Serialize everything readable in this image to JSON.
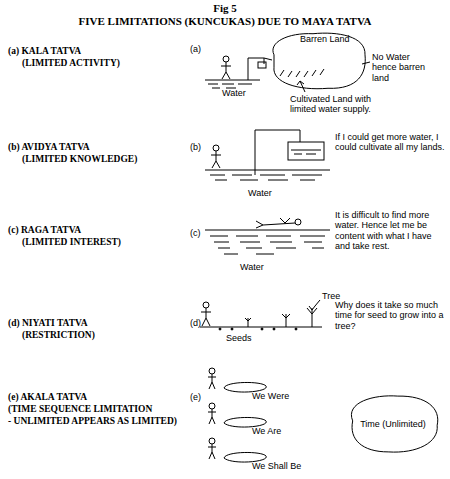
{
  "diagram": {
    "title": "FIVE LIMITATIONS (KUNCUKAS) DUE TO MAYA TATVA",
    "nodes": [
      {
        "text": [
          "Barren Land"
        ]
      },
      {
        "text": [
          "Time (Unlimited)"
        ]
      }
    ],
    "edges": [],
    "labels": [
      "Fig 5",
      "(a) KALA TATVA",
      "(LIMITED ACTIVITY)",
      "(a)",
      "Water",
      "No Water hence barren land",
      "Cultivated Land with limited water supply.",
      "(b) AVIDYA TATVA",
      "(LIMITED KNOWLEDGE)",
      "(b)",
      "Water",
      "If I could get more water, I could cultivate all my lands.",
      "(c) RAGA TATVA",
      "(LIMITED INTEREST)",
      "(c)",
      "Water",
      "It is difficult to find more water. Hence let me be content with what I have and take rest.",
      "(d) NIYATI TATVA",
      "(RESTRICTION)",
      "(d)",
      "Tree",
      "Seeds",
      "Why does it take so much time for seed to grow into a tree?",
      "(e) AKALA TATVA",
      "(TIME SEQUENCE LIMITATION",
      "- UNLIMITED APPEARS AS LIMITED)",
      "(e)",
      "We Were",
      "We Are",
      "We Shall Be"
    ]
  }
}
